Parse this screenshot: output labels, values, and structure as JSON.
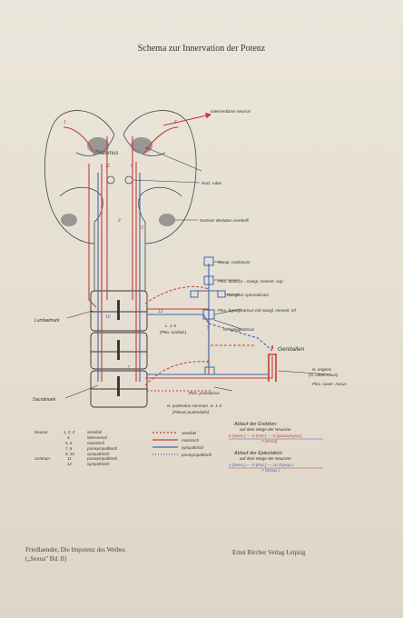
{
  "title": "Schema zur Innervation der Potenz",
  "labels": {
    "intermediaeres_neuron": "intermediäres Neuron",
    "thalamus": "Thalamus",
    "nucl_ruber": "Nucl. ruber",
    "nucleus_dentatus": "Nucleus dentatus cerebelli",
    "gangl_coeliacum": "Gangl. coeliacum",
    "plex_aorticus": "Plex. aorticus - Gangl. mesent. sup.",
    "ganglion_spermaticum": "Ganglion spermaticum",
    "plex_hypogastricus": "Plex. hypogastricus mit Gangl. mesent. inf.",
    "n_hypogastricus": "N. hypogastricus",
    "l_segment": "L. 1-4",
    "l_segment_sub": "(Plex. lumbal.)",
    "lumbalmark": "Lumbalmark",
    "genitalien": "Genitalien",
    "n_erigens": "N. erigens",
    "n_erigens_sub": "(N. cavernosus)",
    "plex_cavernosus": "Plex. caver- nosus",
    "plex_prostaticus": "Plex. prostaticus",
    "n_pudendus": "N. pudendus commun. S. 1-4",
    "n_pudendus_sub": "(Plexus pudendalis)",
    "sacralmark": "Sacralmark"
  },
  "legend": {
    "neuron_heading": "Neuron",
    "centrum_heading": "Centrum",
    "neurons": [
      {
        "num": "1, 2, 3",
        "label": "sensibel"
      },
      {
        "num": "4",
        "label": "intercentral"
      },
      {
        "num": "5, 6",
        "label": "motorisch"
      },
      {
        "num": "7, 8",
        "label": "parasympathisch"
      },
      {
        "num": "9, 10",
        "label": "sympathisch"
      },
      {
        "num": "11",
        "label": "parasympathisch"
      },
      {
        "num": "12",
        "label": "sympathisch"
      }
    ],
    "lines": [
      {
        "label": "sensibel",
        "color": "#c73a3a"
      },
      {
        "label": "motorisch",
        "color": "#c73a3a"
      },
      {
        "label": "sympathisch",
        "color": "#3f66b0"
      },
      {
        "label": "parasympathisch",
        "color": "#3f66b0"
      }
    ]
  },
  "erektion": {
    "heading": "Ablauf der Erektion:",
    "sub": "auf dem Wege der Neurone",
    "sequence": "6 (Sens.) — 5 (Inst.) — 5 (parasympat.)",
    "sequence2": "7 (Erect)"
  },
  "ejakulation": {
    "heading": "Ablauf der Ejakulation:",
    "sub": "auf dem Wege der Neurone",
    "sequence": "4 (Sens.) — 5 (Inst.) — 10 (Symp.)",
    "sequence2": "7 (Symp.)"
  },
  "caption": {
    "left_line1": "Friedlaender, Die Impotenz des Weibes",
    "left_line2": "(„Sexus\" Bd. II)",
    "right": "Ernst Bircher Verlag Leipzig"
  },
  "colors": {
    "red": "#c73a3a",
    "blue": "#3f66b0",
    "ink": "#333333",
    "paper": "#e8e2d6"
  }
}
